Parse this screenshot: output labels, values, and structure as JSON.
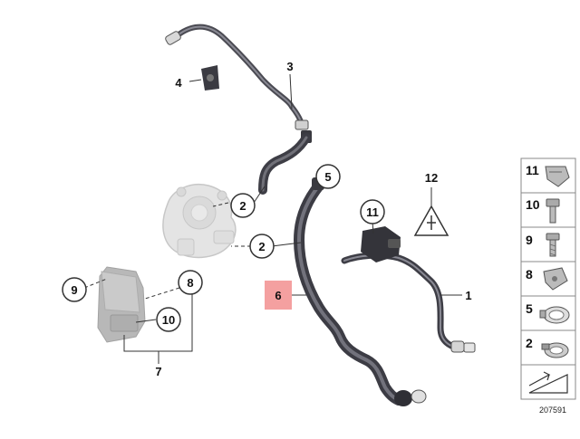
{
  "diagram": {
    "image_code": "207591",
    "callouts": {
      "c1": "1",
      "c2a": "2",
      "c2b": "2",
      "c3": "3",
      "c4": "4",
      "c5": "5",
      "c6": "6",
      "c7": "7",
      "c8": "8",
      "c9": "9",
      "c10": "10",
      "c11": "11",
      "c12": "12"
    },
    "highlight_color": "#f4a0a0",
    "side_legend": [
      {
        "number": "11",
        "icon": "clip-icon"
      },
      {
        "number": "10",
        "icon": "bolt-icon"
      },
      {
        "number": "9",
        "icon": "screw-icon"
      },
      {
        "number": "8",
        "icon": "clamp-icon"
      },
      {
        "number": "5",
        "icon": "hose-clamp-icon"
      },
      {
        "number": "2",
        "icon": "spring-clamp-icon"
      }
    ]
  }
}
